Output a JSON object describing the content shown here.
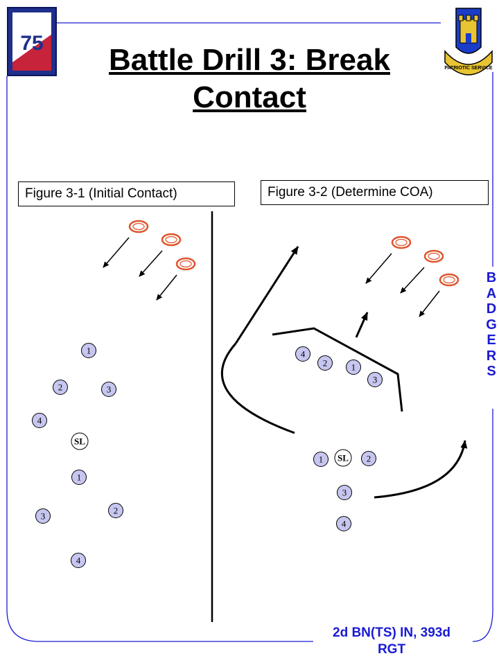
{
  "title": "Battle Drill 3: Break Contact",
  "figure_left": {
    "caption": "Figure 3-1  (Initial Contact)"
  },
  "figure_right": {
    "caption": "Figure 3-2  (Determine COA)"
  },
  "side_text": [
    "B",
    "A",
    "D",
    "G",
    "E",
    "R",
    "S"
  ],
  "footer": {
    "line1": "2d BN(TS) IN, 393d",
    "line2": "RGT"
  },
  "left_badge": {
    "text": "75",
    "icon": "unit-patch-icon"
  },
  "right_badge": {
    "motto": "PATRIOTIC SERVICE",
    "icon": "castle-crest-icon"
  },
  "figure_left_nodes": [
    {
      "label": "1",
      "role": "fire-team-a"
    },
    {
      "label": "2",
      "role": "fire-team-a"
    },
    {
      "label": "3",
      "role": "fire-team-a"
    },
    {
      "label": "4",
      "role": "fire-team-a"
    },
    {
      "label": "SL",
      "role": "squad-leader"
    },
    {
      "label": "1",
      "role": "fire-team-b"
    },
    {
      "label": "3",
      "role": "fire-team-b"
    },
    {
      "label": "2",
      "role": "fire-team-b"
    },
    {
      "label": "4",
      "role": "fire-team-b"
    }
  ],
  "figure_right_nodes": [
    {
      "label": "4",
      "role": "fire-team-a"
    },
    {
      "label": "2",
      "role": "fire-team-a"
    },
    {
      "label": "1",
      "role": "fire-team-a"
    },
    {
      "label": "3",
      "role": "fire-team-a"
    },
    {
      "label": "1",
      "role": "fire-team-b"
    },
    {
      "label": "SL",
      "role": "squad-leader"
    },
    {
      "label": "2",
      "role": "fire-team-b"
    },
    {
      "label": "3",
      "role": "fire-team-b"
    },
    {
      "label": "4",
      "role": "fire-team-b"
    }
  ],
  "colors": {
    "team": "#c6c6f0",
    "leader": "#ffffff",
    "enemy": "#e0542c",
    "accent": "#1a1ad4"
  }
}
